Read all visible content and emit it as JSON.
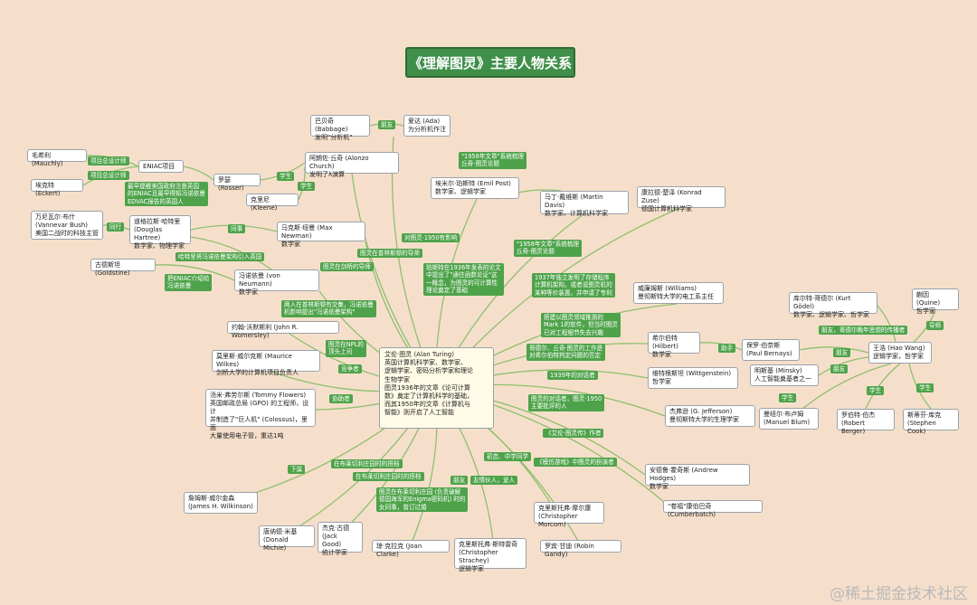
{
  "title": "《理解图灵》主要人物关系",
  "center": "艾伦·图灵 (Alan Turing)\n英国计算机科学家、数学家、\n逻辑学家、密码分析学家和理论\n生物学家\n图灵1936年的文章《论可计算\n数》奠定了计算机科学的基础，\n而其1950年的文章《计算机与\n智能》则开启了人工智能",
  "nodes": {
    "babbage": "巴贝奇 (Babbage)\n发明\"分析机\"",
    "ada": "爱达 (Ada)\n为分析机作注",
    "church": "阿朗佐·丘奇 (Alonzo Church)\n发明了λ演算",
    "rosser": "罗瑟 (Rosser)",
    "kleene": "克里尼 (Kleene)",
    "mauchly": "毛希利 (Mauchly)",
    "eniac": "ENIAC项目",
    "eckert": "埃克特 (Eckert)",
    "bush": "万尼瓦尔·布什\n(Vannevar Bush)\n美国二战时的科技主管",
    "hartree": "道格拉斯·哈特里\n(Douglas Hartree)\n数学家、物理学家",
    "newman": "马克斯·纽曼 (Max Newman)\n数学家",
    "goldstine": "古德斯坦 (Goldstine)",
    "vonneumann": "冯诺依曼 (von Neumann)\n数学家",
    "womersley": "约翰·沃默斯利 (John R. Womersley)",
    "wilkes": "莫里斯·威尔克斯 (Maurice Wilkes)\n剑桥大学的计算机项目负责人",
    "flowers": "汤米·弗劳尔斯 (Tommy Flowers)\n英国邮政总局 (GPO) 的工程师，设计\n并制造了\"巨人机\" (Colossus)，里面\n大量使用电子管，重达1吨",
    "post": "埃米尔·珀斯特 (Emil Post)\n数学家、逻辑学家",
    "davis": "马丁·戴维斯 (Martin Davis)\n数学家、计算机科学家",
    "zuse": "康拉德·楚泽 (Konrad Zuse)\n德国计算机科学家",
    "williams": "威廉姆斯 (Williams)\n曼彻斯特大学的电工系主任",
    "godel": "库尔特·哥德尔 (Kurt Gödel)\n数学家、逻辑学家、哲学家",
    "quine": "蒯因 (Quine)\n哲学家",
    "hilbert": "希尔伯特 (Hilbert)\n数学家",
    "bernays": "保罗·伯奈斯\n(Paul Bernays)",
    "haowang": "王浩 (Hao Wang)\n逻辑学家，哲学家",
    "minsky": "明斯基 (Minsky)\n人工智能奠基者之一",
    "wittgenstein": "维特根斯坦 (Wittgenstein)\n哲学家",
    "jefferson": "杰弗逊 (G. Jefferson)\n曼彻斯特大学的生理学家",
    "blum": "曼纽尔·布卢姆\n(Manuel Blum)",
    "berger": "罗伯特·伯杰\n(Robert Berger)",
    "cook": "斯蒂芬·库克\n(Stephen Cook)",
    "hodges": "安德鲁·霍奇斯 (Andrew Hodges)\n数学家",
    "cumberbatch": "\"卷福\"康伯巴奇 (Cumberbatch)",
    "morcom": "克里斯托弗·摩尔康\n(Christopher Morcom)",
    "gandy": "罗宾·甘迪 (Robin Gandy)",
    "strachey": "克里斯托弗·斯特雷奇\n(Christopher Strachey)\n逻辑学家",
    "clarke": "琼·克拉克 (Joan Clarke)",
    "good": "杰克·古德\n(Jack Good)\n统计学家",
    "michie": "唐纳德·米基\n(Donald Michie)",
    "wilkinson": "詹姆斯·威尔金森\n(James H. Wilkinson)"
  },
  "labels": {
    "friend_ada": "朋友",
    "student_rosser": "学生",
    "student_kleene": "学生",
    "eniac_lead1": "项目总设计师",
    "eniac_lead2": "项目总设计师",
    "eniac_bush": "最早提醒美国政府注意英国\n的ENIAC且最早得知冯诺依曼\nEDVAC报告的英国人",
    "colleague_bush": "同行",
    "colleague_newman": "同事",
    "hartree_vn": "哈特里将冯诺依曼架构引入英国",
    "goldstine_vn": "把ENIAC介绍给\n冯诺依曼",
    "church_phd": "图灵在普林斯顿的导师",
    "church_mentor": "图灵在剑桥的导师",
    "womersley_npl": "两人在普林斯顿有交集，冯诺依曼\n机影响提出\"冯诺依曼架构\"",
    "wilkes_npl": "图灵在NPL的\n顶头上司",
    "competitor": "竞争者",
    "collaborator": "协助者",
    "wartime": "对图灵·1950有影响",
    "post_1958": "\"1958年文章\"系统梳理\n丘奇-图灵论题",
    "post_1936": "珀斯特在1936年发表的论文\n中提出了\"通往函数论证\"这\n一概念，为图灵的可计算性\n理论奠定了基础",
    "davis_1958": "\"1958年文章\"系统梳理\n丘奇-图灵论题",
    "zuse_1937": "1937年独立发明了存储程序\n计算机架构，或者说图灵机的\n某种等价装置，并申请了专利",
    "williams_mark1": "搭建以图灵领域推测的\nMark 1的软件，但当时图灵\n已对工程细节失去兴趣",
    "hilbert_problem": "哥德尔、丘奇·图灵的工作是\n对希尔伯特判定问题的否定",
    "student_bernays": "助手",
    "friend_bernays": "朋友",
    "friend_minsky": "朋友",
    "friend_quine": "导师",
    "godel_haowang": "朋友，哥德尔晚年思想的传播者",
    "student_blum": "学生",
    "student_berger": "学生",
    "student_cook": "学生",
    "witt_1939": "1939年的对话者",
    "jefferson_1950": "图灵的对话者，图灵·1950\n主要批评的人",
    "hodges_book": "《艾伦·图灵传》作者",
    "cumberbatch_film": "《模仿游戏》中图灵的扮演者",
    "morcom_friend": "初恋、中学同学",
    "gandy_friend": "友情伙人，爱人",
    "strachey_friend": "朋友",
    "clarke_bp": "图灵在布莱切利庄园 (负责破解\n德国海军的Enigma密码机) 时的\n女同事，曾订过婚",
    "good_bp": "在布莱切利庄园时的搭档",
    "michie_bp": "在布莱切利庄园时的搭档",
    "wilkinson_sub": "下属"
  },
  "watermark": "@稀土掘金技术社区",
  "colors": {
    "edge": "#8fbf6e",
    "label_bg": "#4ea34a",
    "title_bg": "#3f8f4a",
    "background": "#f5dfcb"
  }
}
